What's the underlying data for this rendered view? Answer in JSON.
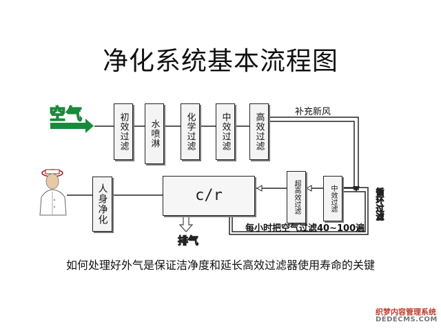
{
  "title": "净化系统基本流程图",
  "inlet_label": "空气",
  "filters_top": [
    {
      "label": "初效过滤"
    },
    {
      "label": "水喷淋"
    },
    {
      "label": "化学过滤"
    },
    {
      "label": "中效过滤"
    },
    {
      "label": "高效过滤"
    }
  ],
  "fresh_air_label": "补充新风",
  "person_box": "人身净化",
  "clean_room_label": "c/r",
  "hepa_box": "超高效过滤",
  "medium_box": "中效过滤",
  "recycle_label": "循环过滤",
  "rate_label": "每小时把空气过滤40~100遍",
  "exhaust_label": "排气",
  "caption": "如何处理好外气是保证洁净度和延长高效过滤器使用寿命的关键",
  "watermark": {
    "line1": "织梦内容管理系统",
    "line2": "DEDECMS.COM"
  },
  "colors": {
    "arrow_green": "#1a8a3a",
    "line": "#222222",
    "box_fill": "#f4f4f4"
  }
}
